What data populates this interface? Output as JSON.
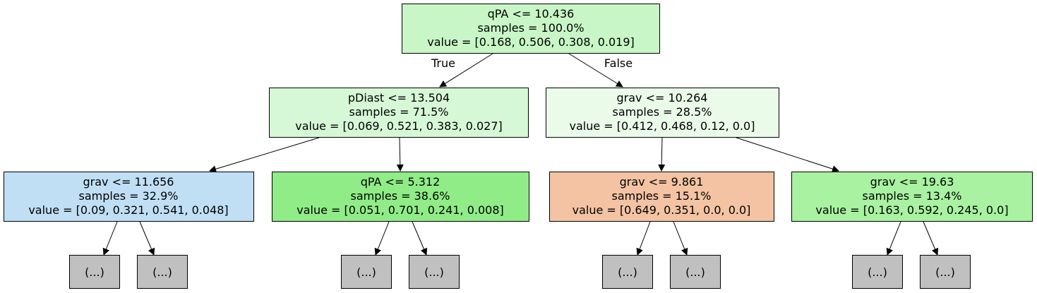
{
  "tree": {
    "nodes": [
      {
        "id": "root",
        "lines": [
          "qPA <= 10.436",
          "samples = 100.0%",
          "value = [0.168, 0.506, 0.308, 0.019]"
        ],
        "color": "#c8f6c6"
      },
      {
        "id": "n1",
        "lines": [
          "pDiast <= 13.504",
          "samples = 71.5%",
          "value = [0.069, 0.521, 0.383, 0.027]"
        ],
        "color": "#d6f8d6"
      },
      {
        "id": "n2",
        "lines": [
          "grav <= 10.264",
          "samples = 28.5%",
          "value = [0.412, 0.468, 0.12, 0.0]"
        ],
        "color": "#ebfbea"
      },
      {
        "id": "n3",
        "lines": [
          "grav <= 11.656",
          "samples = 32.9%",
          "value = [0.09, 0.321, 0.541, 0.048]"
        ],
        "color": "#c0dff5"
      },
      {
        "id": "n4",
        "lines": [
          "qPA <= 5.312",
          "samples = 38.6%",
          "value = [0.051, 0.701, 0.241, 0.008]"
        ],
        "color": "#8fec86"
      },
      {
        "id": "n5",
        "lines": [
          "grav <= 9.861",
          "samples = 15.1%",
          "value = [0.649, 0.351, 0.0, 0.0]"
        ],
        "color": "#f3c3a3"
      },
      {
        "id": "n6",
        "lines": [
          "grav <= 19.63",
          "samples = 13.4%",
          "value = [0.163, 0.592, 0.245, 0.0]"
        ],
        "color": "#a8f2a1"
      }
    ],
    "leaves": [
      {
        "id": "l1",
        "label": "(...)"
      },
      {
        "id": "l2",
        "label": "(...)"
      },
      {
        "id": "l3",
        "label": "(...)"
      },
      {
        "id": "l4",
        "label": "(...)"
      },
      {
        "id": "l5",
        "label": "(...)"
      },
      {
        "id": "l6",
        "label": "(...)"
      },
      {
        "id": "l7",
        "label": "(...)"
      },
      {
        "id": "l8",
        "label": "(...)"
      }
    ],
    "edge_labels": {
      "true_label": "True",
      "false_label": "False"
    }
  }
}
